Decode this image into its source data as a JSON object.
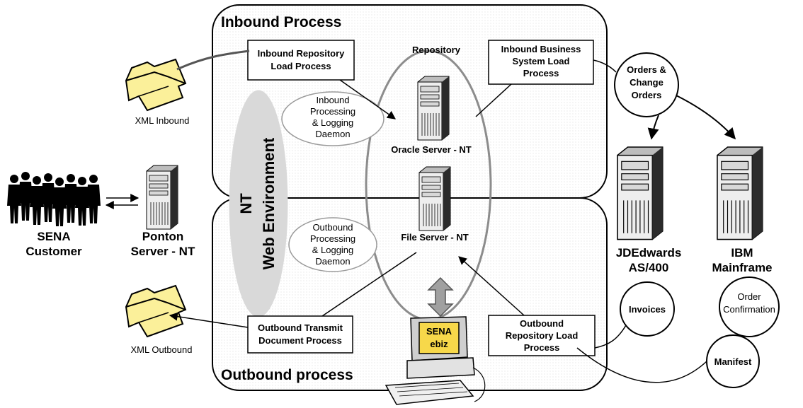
{
  "sections": {
    "inbound_title": "Inbound Process",
    "outbound_title": "Outbound process",
    "web_env": [
      "NT",
      "Web Environment"
    ]
  },
  "repository": {
    "label": "Repository",
    "oracle_server": "Oracle Server - NT",
    "file_server": "File Server - NT"
  },
  "processes": {
    "inbound_repo_load": [
      "Inbound Repository",
      "Load Process"
    ],
    "inbound_business_load": [
      "Inbound Business",
      "System Load",
      "Process"
    ],
    "outbound_transmit": [
      "Outbound Transmit",
      "Document Process"
    ],
    "outbound_repo_load": [
      "Outbound",
      "Repository Load",
      "Process"
    ]
  },
  "daemons": {
    "inbound": [
      "Inbound",
      "Processing",
      "& Logging",
      "Daemon"
    ],
    "outbound": [
      "Outbound",
      "Processing",
      "& Logging",
      "Daemon"
    ]
  },
  "documents": {
    "xml_inbound": "XML Inbound",
    "xml_outbound": "XML Outbound"
  },
  "left": {
    "customer": [
      "SENA",
      "Customer"
    ],
    "ponton": [
      "Ponton",
      "Server - NT"
    ]
  },
  "right": {
    "orders": [
      "Orders &",
      "Change",
      "Orders"
    ],
    "jde": [
      "JDEdwards",
      "AS/400"
    ],
    "ibm": [
      "IBM",
      "Mainframe"
    ],
    "invoices": "Invoices",
    "order_confirmation": [
      "Order",
      "Confirmation"
    ],
    "manifest": "Manifest"
  },
  "workstation": {
    "screen_label": [
      "SENA",
      "ebiz"
    ]
  },
  "colors": {
    "folder_fill": "#fbf09a",
    "web_oval": "#d9d9d9",
    "arrow_gray": "#a0a0a0",
    "screen_yellow": "#f7d84a"
  }
}
